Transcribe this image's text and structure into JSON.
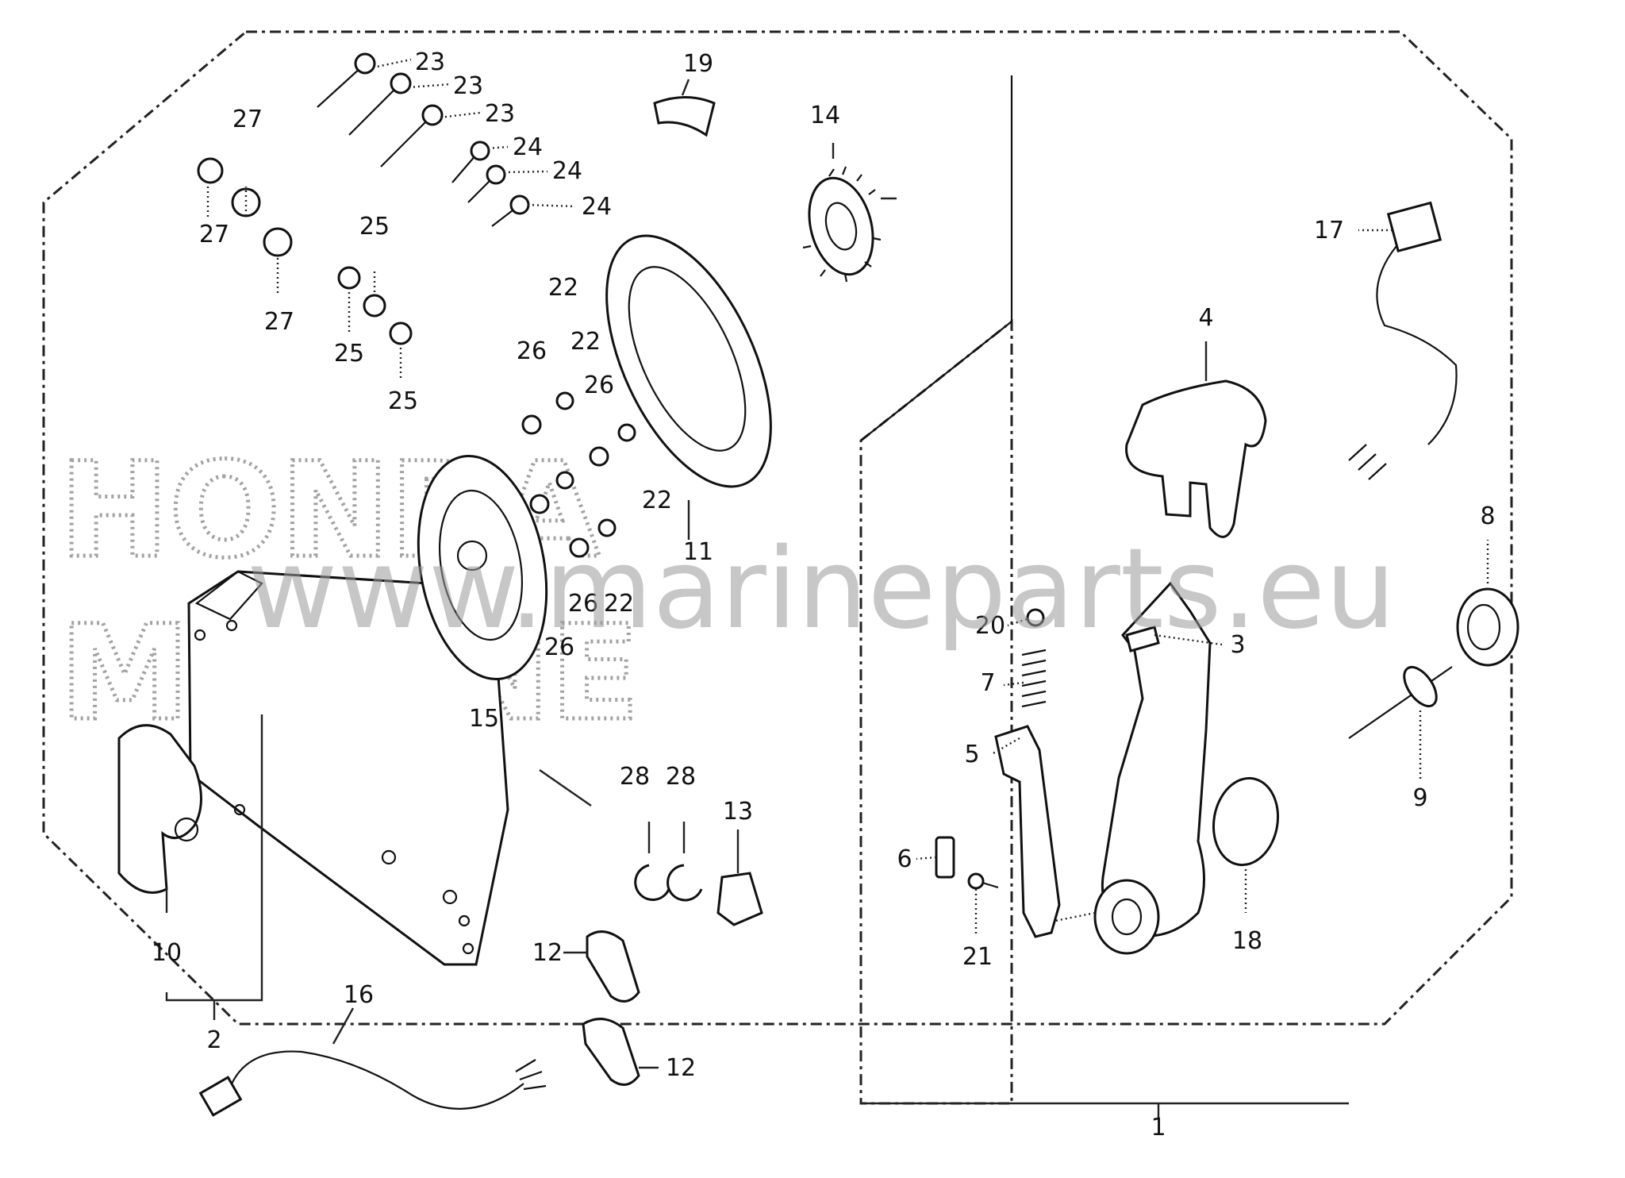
{
  "watermark": {
    "url_text": "www.marineparts.eu",
    "brand_line_1": "HONDA",
    "brand_line_2": "MARINE"
  },
  "callouts": {
    "c1": "1",
    "c2": "2",
    "c3": "3",
    "c4": "4",
    "c5": "5",
    "c6": "6",
    "c7": "7",
    "c8": "8",
    "c9": "9",
    "c10": "10",
    "c11": "11",
    "c12a": "12",
    "c12b": "12",
    "c13": "13",
    "c14": "14",
    "c15": "15",
    "c16": "16",
    "c17": "17",
    "c18": "18",
    "c19": "19",
    "c20": "20",
    "c21": "21",
    "c22a": "22",
    "c22b": "22",
    "c22c": "22",
    "c22d": "22",
    "c23a": "23",
    "c23b": "23",
    "c23c": "23",
    "c24a": "24",
    "c24b": "24",
    "c24c": "24",
    "c25a": "25",
    "c25b": "25",
    "c25c": "25",
    "c26a": "26",
    "c26b": "26",
    "c26c": "26",
    "c26d": "26",
    "c27a": "27",
    "c27b": "27",
    "c27c": "27",
    "c28a": "28",
    "c28b": "28"
  }
}
